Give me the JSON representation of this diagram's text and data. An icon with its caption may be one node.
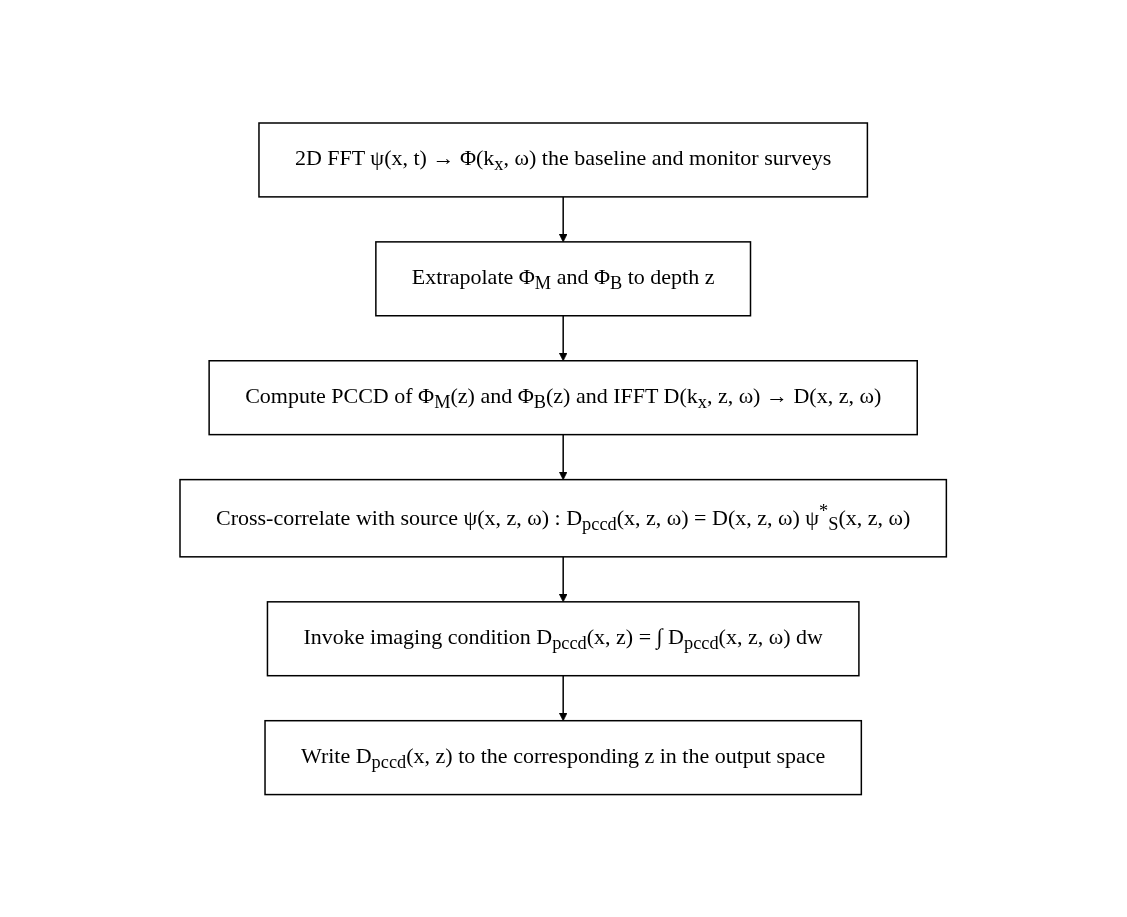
{
  "diagram": {
    "nodes": [
      {
        "text": [
          "2D FFT ψ(x, t) → Φ(k$_{x}$, ω) the baseline and monitor surveys"
        ]
      },
      {
        "text": [
          "Extrapolate Φ$_{M}$ and Φ$_{B}$ to depth z"
        ]
      },
      {
        "text": [
          "Compute PCCD of Φ$_{M}$(z) and Φ$_{B}$(z) and IFFT D(k$_{x}$, z, ω) → D(x, z, ω)"
        ]
      },
      {
        "text": [
          "Cross-correlate with source ψ(x, z, ω) : D$_{pccd}$(x, z, ω) = D(x, z, ω) ψ$^{*}$$_{S}$(x, z, ω)"
        ]
      },
      {
        "text": [
          "Invoke imaging condition D$_{pccd}$(x, z) = ∫ D$_{pccd}$(x, z, ω) dw"
        ]
      },
      {
        "text": [
          "Write D$_{pccd}$(x, z) to the corresponding z in the output space"
        ]
      }
    ],
    "edges": [
      {
        "from": 0,
        "to": 1,
        "arrow": "to"
      },
      {
        "from": 1,
        "to": 2,
        "arrow": "to"
      },
      {
        "from": 2,
        "to": 3,
        "arrow": "to"
      },
      {
        "from": 3,
        "to": 4,
        "arrow": "to"
      },
      {
        "from": 4,
        "to": 5,
        "arrow": "to"
      }
    ]
  }
}
